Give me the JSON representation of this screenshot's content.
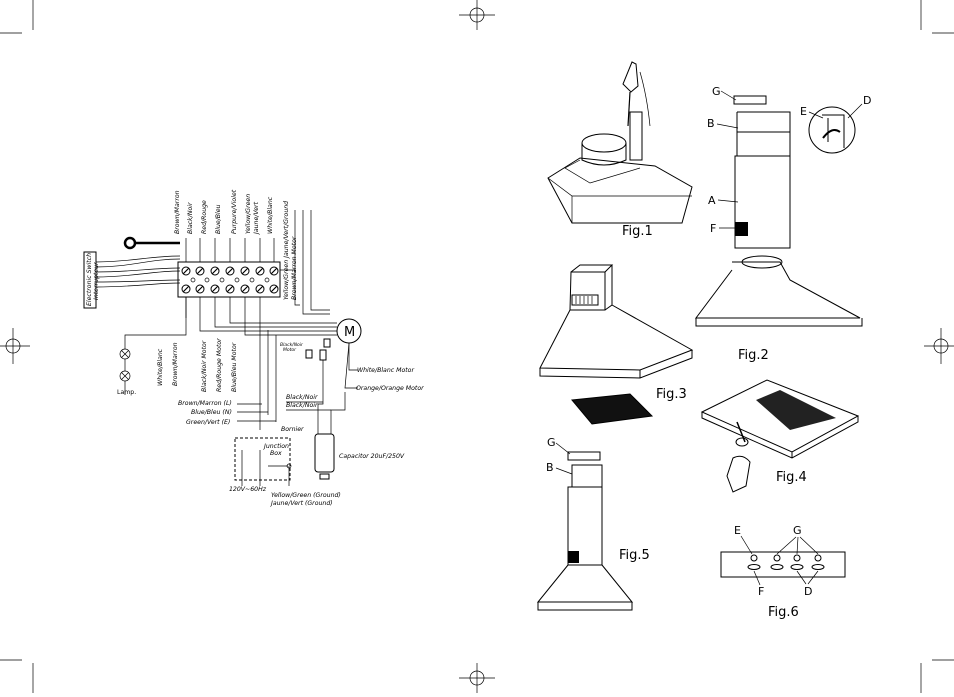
{
  "wiring": {
    "top_wires": [
      "Brown/Marron",
      "Black/Noir",
      "Red/Rouge",
      "Blue/Bleu",
      "Purpure/Violet",
      "Yellow/Green",
      "Jaune/Vert",
      "White/Blanc",
      "Yellow/Green Jaune/Vert/Ground",
      "Brown/Marron Motor"
    ],
    "switch_label": "Electronic Switch",
    "switch_label_fr": "Interrupteur",
    "left_wires": [
      "White/Blanc",
      "Brown/Marron"
    ],
    "motor_wires": [
      "Black/Noir Motor",
      "Red/Rouge Motor",
      "Blue/Bleu Motor"
    ],
    "small_motor_label": "Black/Noir",
    "small_motor_label2": "Motor",
    "motor_symbol": "M",
    "white_motor": "White/Blanc Motor",
    "orange_motor": "Orange/Orange Motor",
    "black1": "Black/Noir",
    "black2": "Black/Noir",
    "lamp": "Lamp.",
    "brown_l": "Brown/Marron (L)",
    "blue_n": "Blue/Bleu (N)",
    "green_e": "Green/Vert (E)",
    "bornier": "Bornier",
    "junction": "Junction",
    "box": "Box",
    "capacitor": "Capacitor 20uF/250V",
    "supply": "120V~60Hz",
    "ground1": "Yellow/Green (Ground)",
    "ground2": "Jaune/Vert (Ground)"
  },
  "figures": {
    "fig1": "Fig.1",
    "fig2": "Fig.2",
    "fig3": "Fig.3",
    "fig4": "Fig.4",
    "fig5": "Fig.5",
    "fig6": "Fig.6"
  },
  "letters": {
    "g": "G",
    "b": "B",
    "e": "E",
    "d": "D",
    "a": "A",
    "f": "F",
    "g5": "G",
    "b5": "B",
    "e6": "E",
    "g6": "G",
    "f6": "F",
    "d6": "D"
  }
}
